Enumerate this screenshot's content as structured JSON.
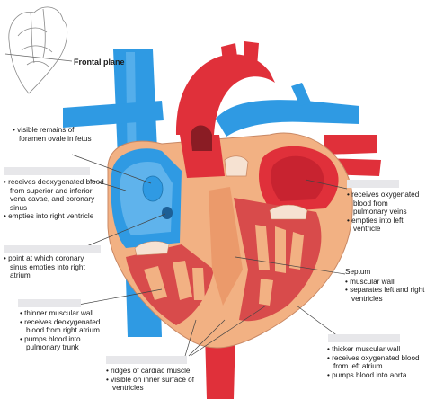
{
  "inset": {
    "label": "Frontal plane"
  },
  "notes": {
    "foramen": [
      "visible remains of foramen ovale in fetus"
    ],
    "right_atrium": [
      "receives deoxygenated blood from superior and inferior vena cavae, and coronary sinus",
      "empties into right ventricle"
    ],
    "coronary_sinus": [
      "point at which coronary sinus empties into right atrium"
    ],
    "right_ventricle": [
      "thinner muscular wall",
      "receives deoxygenated blood from right atrium",
      "pumps blood into pulmonary trunk"
    ],
    "trabeculae": [
      "ridges of cardiac muscle",
      "visible on inner surface of ventricles"
    ],
    "left_atrium": [
      "receives oxygenated blood from pulmonary veins",
      "empties into left ventricle"
    ],
    "septum_title": "Septum",
    "septum": [
      "muscular wall",
      "separates left and right ventricles"
    ],
    "left_ventricle": [
      "thicker muscular wall",
      "receives oxygenated blood from left atrium",
      "pumps blood into aorta"
    ]
  },
  "colors": {
    "oxygenated": "#e0303a",
    "deoxygenated": "#2f9ae3",
    "chamber_right": "#cfe6f6",
    "chamber_left": "#f5d0cf",
    "myocardium": "#f2b183",
    "label_mask": "#e7e7ea"
  }
}
